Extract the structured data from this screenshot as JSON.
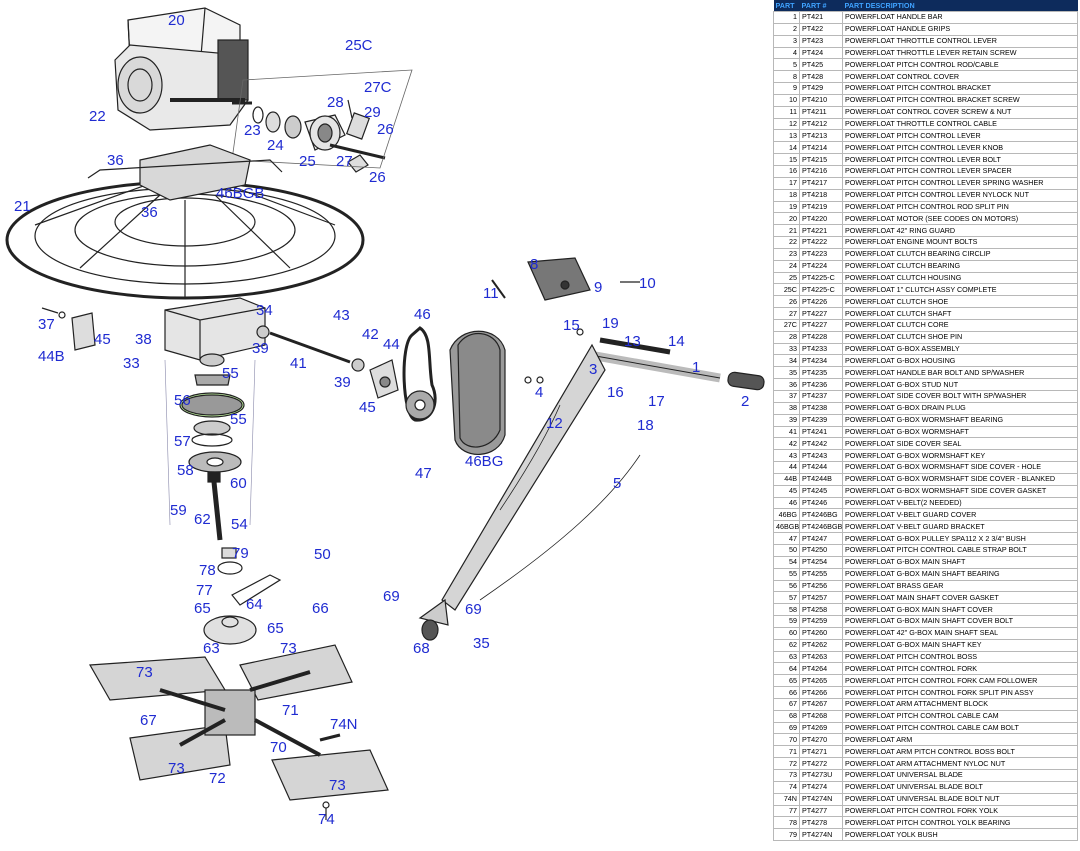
{
  "diagram": {
    "callouts": [
      {
        "id": "20",
        "label": "20"
      },
      {
        "id": "25C",
        "label": "25C"
      },
      {
        "id": "22",
        "label": "22"
      },
      {
        "id": "27C",
        "label": "27C"
      },
      {
        "id": "28",
        "label": "28"
      },
      {
        "id": "29",
        "label": "29"
      },
      {
        "id": "23",
        "label": "23"
      },
      {
        "id": "26a",
        "label": "26"
      },
      {
        "id": "24",
        "label": "24"
      },
      {
        "id": "25",
        "label": "25"
      },
      {
        "id": "27",
        "label": "27"
      },
      {
        "id": "26b",
        "label": "26"
      },
      {
        "id": "36a",
        "label": "36"
      },
      {
        "id": "46BGB",
        "label": "46BGB"
      },
      {
        "id": "21",
        "label": "21"
      },
      {
        "id": "36b",
        "label": "36"
      },
      {
        "id": "8",
        "label": "8"
      },
      {
        "id": "10",
        "label": "10"
      },
      {
        "id": "11",
        "label": "11"
      },
      {
        "id": "9",
        "label": "9"
      },
      {
        "id": "34",
        "label": "34"
      },
      {
        "id": "46",
        "label": "46"
      },
      {
        "id": "37",
        "label": "37"
      },
      {
        "id": "45a",
        "label": "45"
      },
      {
        "id": "43",
        "label": "43"
      },
      {
        "id": "15",
        "label": "15"
      },
      {
        "id": "19",
        "label": "19"
      },
      {
        "id": "38",
        "label": "38"
      },
      {
        "id": "42",
        "label": "42"
      },
      {
        "id": "13",
        "label": "13"
      },
      {
        "id": "14",
        "label": "14"
      },
      {
        "id": "44B",
        "label": "44B"
      },
      {
        "id": "39a",
        "label": "39"
      },
      {
        "id": "44",
        "label": "44"
      },
      {
        "id": "33",
        "label": "33"
      },
      {
        "id": "41",
        "label": "41"
      },
      {
        "id": "1",
        "label": "1"
      },
      {
        "id": "3",
        "label": "3"
      },
      {
        "id": "55a",
        "label": "55"
      },
      {
        "id": "39b",
        "label": "39"
      },
      {
        "id": "4",
        "label": "4"
      },
      {
        "id": "16",
        "label": "16"
      },
      {
        "id": "2",
        "label": "2"
      },
      {
        "id": "56",
        "label": "56"
      },
      {
        "id": "17",
        "label": "17"
      },
      {
        "id": "45b",
        "label": "45"
      },
      {
        "id": "55b",
        "label": "55"
      },
      {
        "id": "18",
        "label": "18"
      },
      {
        "id": "12",
        "label": "12"
      },
      {
        "id": "57",
        "label": "57"
      },
      {
        "id": "46BG",
        "label": "46BG"
      },
      {
        "id": "58",
        "label": "58"
      },
      {
        "id": "47",
        "label": "47"
      },
      {
        "id": "60",
        "label": "60"
      },
      {
        "id": "5",
        "label": "5"
      },
      {
        "id": "59",
        "label": "59"
      },
      {
        "id": "62",
        "label": "62"
      },
      {
        "id": "54",
        "label": "54"
      },
      {
        "id": "79",
        "label": "79"
      },
      {
        "id": "50",
        "label": "50"
      },
      {
        "id": "78",
        "label": "78"
      },
      {
        "id": "77",
        "label": "77"
      },
      {
        "id": "69a",
        "label": "69"
      },
      {
        "id": "64",
        "label": "64"
      },
      {
        "id": "66",
        "label": "66"
      },
      {
        "id": "69b",
        "label": "69"
      },
      {
        "id": "65a",
        "label": "65"
      },
      {
        "id": "65b",
        "label": "65"
      },
      {
        "id": "63",
        "label": "63"
      },
      {
        "id": "68",
        "label": "68"
      },
      {
        "id": "35",
        "label": "35"
      },
      {
        "id": "73a",
        "label": "73"
      },
      {
        "id": "73b",
        "label": "73"
      },
      {
        "id": "71",
        "label": "71"
      },
      {
        "id": "67",
        "label": "67"
      },
      {
        "id": "74N",
        "label": "74N"
      },
      {
        "id": "70",
        "label": "70"
      },
      {
        "id": "73c",
        "label": "73"
      },
      {
        "id": "73d",
        "label": "73"
      },
      {
        "id": "72",
        "label": "72"
      },
      {
        "id": "74",
        "label": "74"
      }
    ]
  },
  "parts_table": {
    "headers": [
      "PART",
      "PART #",
      "PART DESCRIPTION"
    ],
    "rows": [
      [
        "1",
        "PT421",
        "POWERFLOAT HANDLE BAR"
      ],
      [
        "2",
        "PT422",
        "POWERFLOAT HANDLE GRIPS"
      ],
      [
        "3",
        "PT423",
        "POWERFLOAT THROTTLE CONTROL LEVER"
      ],
      [
        "4",
        "PT424",
        "POWERFLOAT THROTTLE LEVER RETAIN SCREW"
      ],
      [
        "5",
        "PT425",
        "POWERFLOAT PITCH CONTROL ROD/CABLE"
      ],
      [
        "8",
        "PT428",
        "POWERFLOAT CONTROL COVER"
      ],
      [
        "9",
        "PT429",
        "POWERFLOAT PITCH CONTROL BRACKET"
      ],
      [
        "10",
        "PT4210",
        "POWERFLOAT PITCH CONTROL BRACKET SCREW"
      ],
      [
        "11",
        "PT4211",
        "POWERFLOAT CONTROL COVER SCREW & NUT"
      ],
      [
        "12",
        "PT4212",
        "POWERFLOAT THROTTLE CONTROL CABLE"
      ],
      [
        "13",
        "PT4213",
        "POWERFLOAT PITCH CONTROL LEVER"
      ],
      [
        "14",
        "PT4214",
        "POWERFLOAT PITCH CONTROL LEVER KNOB"
      ],
      [
        "15",
        "PT4215",
        "POWERFLOAT PITCH CONTROL LEVER BOLT"
      ],
      [
        "16",
        "PT4216",
        "POWERFLOAT PITCH CONTROL LEVER SPACER"
      ],
      [
        "17",
        "PT4217",
        "POWERFLOAT PITCH CONTROL LEVER SPRING WASHER"
      ],
      [
        "18",
        "PT4218",
        "POWERFLOAT PITCH CONTROL LEVER NYLOCK NUT"
      ],
      [
        "19",
        "PT4219",
        "POWERFLOAT PITCH CONTROL ROD SPLIT PIN"
      ],
      [
        "20",
        "PT4220",
        "POWERFLOAT MOTOR (SEE CODES ON MOTORS)"
      ],
      [
        "21",
        "PT4221",
        "POWERFLOAT 42\" RING GUARD"
      ],
      [
        "22",
        "PT4222",
        "POWERFLOAT ENGINE MOUNT BOLTS"
      ],
      [
        "23",
        "PT4223",
        "POWERFLOAT CLUTCH BEARING CIRCLIP"
      ],
      [
        "24",
        "PT4224",
        "POWERFLOAT CLUTCH BEARING"
      ],
      [
        "25",
        "PT4225-C",
        "POWERFLOAT CLUTCH HOUSING"
      ],
      [
        "25C",
        "PT4225-C",
        "POWERFLOAT 1\" CLUTCH ASSY COMPLETE"
      ],
      [
        "26",
        "PT4226",
        "POWERFLOAT CLUTCH SHOE"
      ],
      [
        "27",
        "PT4227",
        "POWERFLOAT CLUTCH SHAFT"
      ],
      [
        "27C",
        "PT4227",
        "POWERFLOAT CLUTCH CORE"
      ],
      [
        "28",
        "PT4228",
        "POWERFLOAT CLUTCH SHOE PIN"
      ],
      [
        "33",
        "PT4233",
        "POWERFLOAT G-BOX ASSEMBLY"
      ],
      [
        "34",
        "PT4234",
        "POWERFLOAT G-BOX HOUSING"
      ],
      [
        "35",
        "PT4235",
        "POWERFLOAT HANDLE BAR BOLT AND SP/WASHER"
      ],
      [
        "36",
        "PT4236",
        "POWERFLOAT G-BOX STUD NUT"
      ],
      [
        "37",
        "PT4237",
        "POWERFLOAT SIDE COVER BOLT WITH SP/WASHER"
      ],
      [
        "38",
        "PT4238",
        "POWERFLOAT G-BOX DRAIN PLUG"
      ],
      [
        "39",
        "PT4239",
        "POWERFLOAT G-BOX WORMSHAFT BEARING"
      ],
      [
        "41",
        "PT4241",
        "POWERFLOAT G-BOX WORMSHAFT"
      ],
      [
        "42",
        "PT4242",
        "POWERFLOAT SIDE COVER SEAL"
      ],
      [
        "43",
        "PT4243",
        "POWERFLOAT G-BOX WORMSHAFT KEY"
      ],
      [
        "44",
        "PT4244",
        "POWERFLOAT G-BOX WORMSHAFT SIDE COVER - HOLE"
      ],
      [
        "44B",
        "PT4244B",
        "POWERFLOAT G-BOX WORMSHAFT SIDE COVER - BLANKED"
      ],
      [
        "45",
        "PT4245",
        "POWERFLOAT G-BOX WORMSHAFT SIDE COVER GASKET"
      ],
      [
        "46",
        "PT4246",
        "POWERFLOAT V-BELT(2 NEEDED)"
      ],
      [
        "46BG",
        "PT4246BG",
        "POWERFLOAT V-BELT GUARD COVER"
      ],
      [
        "46BGB",
        "PT4246BGB",
        "POWERFLOAT V-BELT GUARD BRACKET"
      ],
      [
        "47",
        "PT4247",
        "POWERFLOAT G-BOX PULLEY SPA112 X 2 3/4\" BUSH"
      ],
      [
        "50",
        "PT4250",
        "POWERFLOAT PITCH CONTROL CABLE STRAP BOLT"
      ],
      [
        "54",
        "PT4254",
        "POWERFLOAT G-BOX MAIN SHAFT"
      ],
      [
        "55",
        "PT4255",
        "POWERFLOAT G-BOX MAIN SHAFT BEARING"
      ],
      [
        "56",
        "PT4256",
        "POWERFLOAT BRASS GEAR"
      ],
      [
        "57",
        "PT4257",
        "POWERFLOAT MAIN SHAFT COVER GASKET"
      ],
      [
        "58",
        "PT4258",
        "POWERFLOAT G-BOX MAIN SHAFT COVER"
      ],
      [
        "59",
        "PT4259",
        "POWERFLOAT G-BOX MAIN SHAFT COVER BOLT"
      ],
      [
        "60",
        "PT4260",
        "POWERFLOAT 42\"  G-BOX MAIN SHAFT SEAL"
      ],
      [
        "62",
        "PT4262",
        "POWERFLOAT G-BOX MAIN SHAFT KEY"
      ],
      [
        "63",
        "PT4263",
        "POWERFLOAT PITCH CONTROL BOSS"
      ],
      [
        "64",
        "PT4264",
        "POWERFLOAT PITCH CONTROL FORK"
      ],
      [
        "65",
        "PT4265",
        "POWERFLOAT PITCH CONTROL FORK CAM FOLLOWER"
      ],
      [
        "66",
        "PT4266",
        "POWERFLOAT PITCH CONTROL FORK SPLIT PIN ASSY"
      ],
      [
        "67",
        "PT4267",
        "POWERFLOAT ARM ATTACHMENT BLOCK"
      ],
      [
        "68",
        "PT4268",
        "POWERFLOAT PITCH CONTROL CABLE CAM"
      ],
      [
        "69",
        "PT4269",
        "POWERFLOAT PITCH CONTROL CABLE CAM BOLT"
      ],
      [
        "70",
        "PT4270",
        "POWERFLOAT ARM"
      ],
      [
        "71",
        "PT4271",
        "POWERFLOAT ARM PITCH CONTROL BOSS BOLT"
      ],
      [
        "72",
        "PT4272",
        "POWERFLOAT ARM ATTACHMENT NYLOC NUT"
      ],
      [
        "73",
        "PT4273U",
        "POWERFLOAT UNIVERSAL BLADE"
      ],
      [
        "74",
        "PT4274",
        "POWERFLOAT UNIVERSAL BLADE BOLT"
      ],
      [
        "74N",
        "PT4274N",
        "POWERFLOAT UNIVERSAL BLADE BOLT NUT"
      ],
      [
        "77",
        "PT4277",
        "POWERFLOAT PITCH CONTROL FORK YOLK"
      ],
      [
        "78",
        "PT4278",
        "POWERFLOAT PITCH CONTROL YOLK BEARING"
      ],
      [
        "79",
        "PT4274N",
        "POWERFLOAT YOLK BUSH"
      ]
    ]
  },
  "colors": {
    "callout": "#1f2bd1",
    "header_bg": "#0d2b5c",
    "header_text": "#3fa2ff",
    "line": "#222222"
  }
}
